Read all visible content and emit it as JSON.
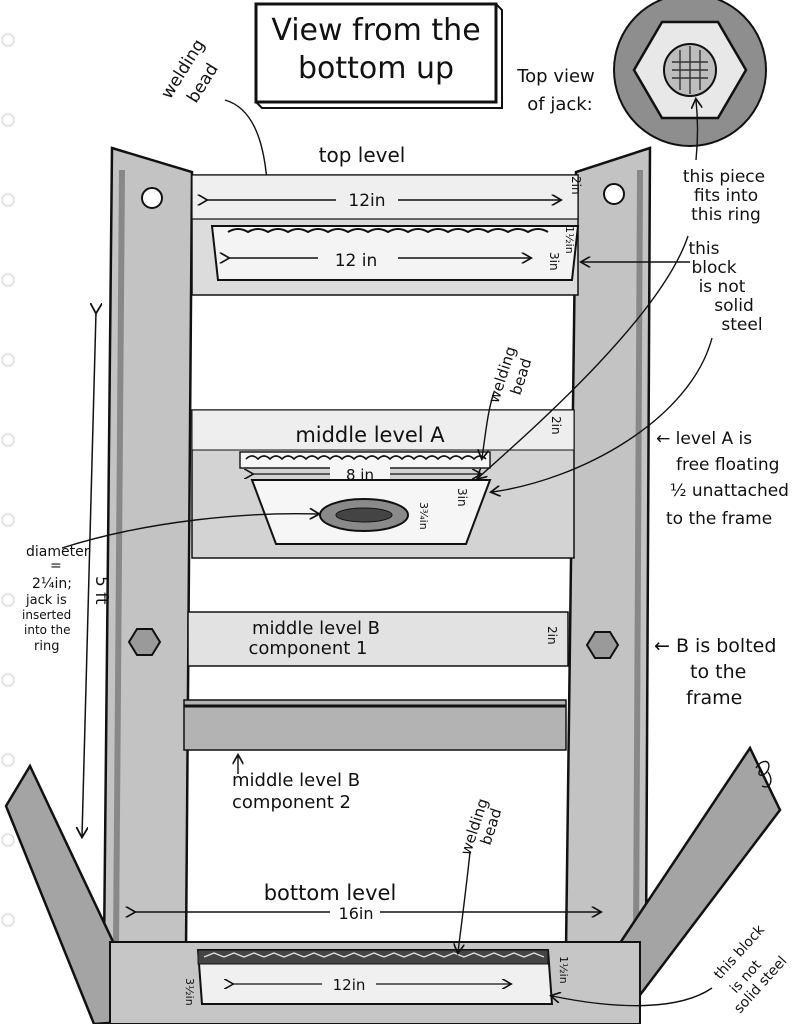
{
  "title": {
    "line1": "View from the",
    "line2": "bottom up"
  },
  "jack_view": {
    "label_line1": "Top view",
    "label_line2": "of jack:"
  },
  "callouts": {
    "ring_note": [
      "this piece",
      "fits into",
      "this ring"
    ],
    "block_top_note": [
      "this",
      "block",
      "is not",
      "solid",
      "steel"
    ],
    "block_bottom_note": [
      "this block",
      "is not",
      "solid steel"
    ],
    "level_a_note": [
      "← level A is",
      "free floating",
      "½ unattached",
      "to the frame"
    ],
    "level_b_note": [
      "← B is bolted",
      "to the",
      "frame"
    ],
    "diameter_note": [
      "diameter",
      "=",
      "2¼in;",
      "jack is",
      "inserted",
      "into the",
      "ring"
    ],
    "vertical_dim": "5 ft"
  },
  "weld_labels": {
    "top": [
      "welding",
      "bead"
    ],
    "middle": [
      "welding",
      "bead"
    ],
    "bottom": [
      "welding",
      "bead"
    ]
  },
  "levels": {
    "top": {
      "name": "top level",
      "width": "12in",
      "height": "2in",
      "block_width": "12 in",
      "block_height": "3in",
      "block_depth": "1½in"
    },
    "middle_a": {
      "name": "middle level A",
      "height": "2in",
      "block_width": "8 in",
      "block_height": "3in",
      "ring_dim": "3¾in"
    },
    "middle_b1": {
      "name_line1": "middle level B",
      "name_line2": "component 1",
      "height": "2in"
    },
    "middle_b2": {
      "name_line1": "middle level B",
      "name_line2": "component 2"
    },
    "bottom": {
      "name": "bottom level",
      "width": "16in",
      "block_width": "12in",
      "block_height": "1½in",
      "block_depth": "3½in"
    }
  }
}
